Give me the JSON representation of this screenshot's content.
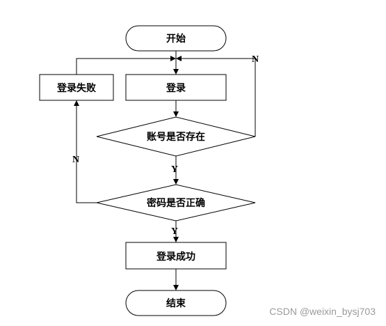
{
  "nodes": {
    "start": "开始",
    "login": "登录",
    "login_failed": "登录失败",
    "account_exists": "账号是否存在",
    "password_correct": "密码是否正确",
    "login_success": "登录成功",
    "end": "结束"
  },
  "edges": {
    "account_no": "N",
    "account_yes": "Y",
    "password_no": "N",
    "password_yes": "Y"
  },
  "watermark": "CSDN @weixin_bysj703"
}
